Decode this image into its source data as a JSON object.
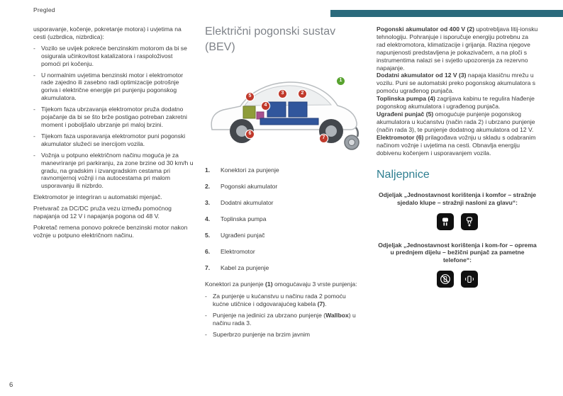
{
  "page": {
    "header": "Pregled",
    "number": "6"
  },
  "colors": {
    "accent_bar": "#2a6a7c",
    "heading_teal": "#2f7f91",
    "title_gray": "#7f8389",
    "badge_red": "#c0392b",
    "badge_green": "#58a32f",
    "battery_blue": "#31569c",
    "motor_green": "#8f9d3a",
    "pump_magenta": "#a8518f"
  },
  "left_column": {
    "intro": "usporavanje, kočenje, pokretanje motora) i uvjetima na cesti (uzbrdica, nizbrdica):",
    "bullets": [
      "Vozilo se uvijek pokreće benzinskim motorom da bi se osigurala učinkovitost katalizatora i raspoloživost pomoći pri kočenju.",
      "U normalnim uvjetima benzinski motor i elektromotor rade zajedno ili zasebno radi optimizacije potrošnje goriva i električne energije pri punjenju pogonskog akumulatora.",
      "Tijekom faza ubrzavanja elektromotor pruža dodatno pojačanje da bi se što brže postigao potreban zakretni moment i poboljšalo ubrzanje pri maloj brzini.",
      "Tijekom faza usporavanja elektromotor puni pogonski akumulator služeći se inercijom vozila.",
      "Vožnja u potpuno električnom načinu moguća je za manevriranje pri parkiranju, za zone brzine od 30 km/h u gradu, na gradskim i izvangradskim cestama pri ravnomjernoj vožnji i na autocestama pri malom usporavanju ili nizbrdo."
    ],
    "paragraphs": [
      "Elektromotor je integriran u automatski mjenjač.",
      "Pretvarač za DC/DC pruža vezu između pomoćnog napajanja od 12 V i napajanja pogona od 48 V.",
      "Pokretač remena ponovo pokreće benzinski motor nakon vožnje u potpuno električnom načinu."
    ]
  },
  "middle_column": {
    "title": "Električni pogonski sustav (BEV)",
    "badges": [
      "1",
      "2",
      "3",
      "4",
      "5",
      "6",
      "7"
    ],
    "legend": [
      {
        "num": "1.",
        "label": "Konektori za punjenje"
      },
      {
        "num": "2.",
        "label": "Pogonski akumulator"
      },
      {
        "num": "3.",
        "label": "Dodatni akumulator"
      },
      {
        "num": "4.",
        "label": "Toplinska pumpa"
      },
      {
        "num": "5.",
        "label": "Ugrađeni punjač"
      },
      {
        "num": "6.",
        "label": "Elektromotor"
      },
      {
        "num": "7.",
        "label": "Kabel za punjenje"
      }
    ],
    "intro": [
      {
        "t": "Konektori za punjenje ",
        "b": false
      },
      {
        "t": "(1)",
        "b": true
      },
      {
        "t": " omogućavaju 3 vrste punjenja:",
        "b": false
      }
    ],
    "charging_list": [
      [
        {
          "t": "Za punjenje u kućanstvu u načinu rada 2 pomoću kućne utičnice i odgovarajućeg kabela ",
          "b": false
        },
        {
          "t": "(7)",
          "b": true
        },
        {
          "t": ".",
          "b": false
        }
      ],
      [
        {
          "t": "Punjenje na jedinici za ubrzano punjenje (",
          "b": false
        },
        {
          "t": "Wallbox",
          "b": true
        },
        {
          "t": ") u načinu rada 3.",
          "b": false
        }
      ],
      [
        {
          "t": "Superbrzo punjenje na brzim javnim",
          "b": false
        }
      ]
    ]
  },
  "right_column": {
    "paragraphs": [
      [
        {
          "t": "Pogonski akumulator od 400 V (2)",
          "b": true
        },
        {
          "t": " upotrebljava litij-ionsku tehnologiju. Pohranjuje i isporučuje energiju potrebnu za rad elektromotora, klimatizacije i grijanja. Razina njegove napunjenosti predstavljena je pokazivačem, a na ploči s instrumentima nalazi se i svjetlo upozorenja za rezervno napajanje.",
          "b": false
        }
      ],
      [
        {
          "t": "Dodatni akumulator od 12 V (3)",
          "b": true
        },
        {
          "t": " napaja klasičnu mrežu u vozilu. Puni se automatski preko pogonskog akumulatora s pomoću ugrađenog punjača.",
          "b": false
        }
      ],
      [
        {
          "t": "Toplinska pumpa (4)",
          "b": true
        },
        {
          "t": " zagrijava kabinu te regulira hlađenje pogonskog akumulatora i ugrađenog punjača.",
          "b": false
        }
      ],
      [
        {
          "t": "Ugrađeni punjač (5)",
          "b": true
        },
        {
          "t": " omogućuje punjenje pogonskog akumulatora u kućanstvu (način rada 2) i ubrzano punjenje (način rada 3), te punjenje dodatnog akumulatora od 12 V.",
          "b": false
        }
      ],
      [
        {
          "t": "Elektromotor (6)",
          "b": true
        },
        {
          "t": " prilagođava vožnju u skladu s odabranim načinom vožnje i uvjetima na cesti. Obnavlja energiju dobivenu kočenjem i usporavanjem vozila.",
          "b": false
        }
      ]
    ],
    "heading": "Naljepnice",
    "labels": [
      [
        {
          "t": "Odjeljak „Jednostavnost korištenja i komfor – stražnje sjedalo klupe – stražnji nasloni za glavu“:",
          "b": true
        }
      ],
      [
        {
          "t": "Odjeljak „Jednostavnost korištenja i kom-for – oprema u prednjem dijelu – bežični punjač za pametne telefone“:",
          "b": true
        }
      ]
    ]
  }
}
